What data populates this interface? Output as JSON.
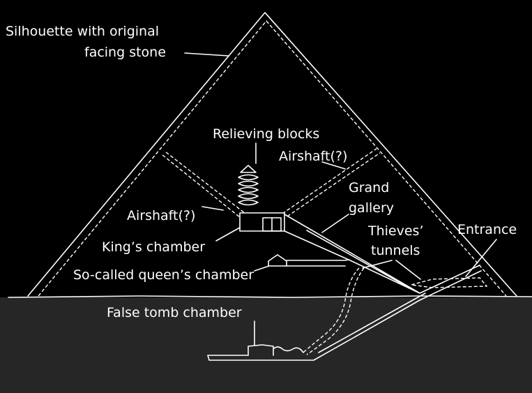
{
  "labels": {
    "silhouette_1": "Silhouette with original",
    "silhouette_2": "facing stone",
    "relieving_blocks": "Relieving blocks",
    "airshaft_right": "Airshaft(?)",
    "airshaft_left": "Airshaft(?)",
    "grand_1": "Grand",
    "grand_2": "gallery",
    "thieves_1": "Thieves’",
    "thieves_2": "tunnels",
    "entrance": "Entrance",
    "kings_chamber": "King’s chamber",
    "queens_chamber": "So-called queen’s chamber",
    "false_tomb": "False tomb chamber"
  },
  "colors": {
    "background": "#000000",
    "ground": "#262626",
    "line": "#ffffff"
  }
}
